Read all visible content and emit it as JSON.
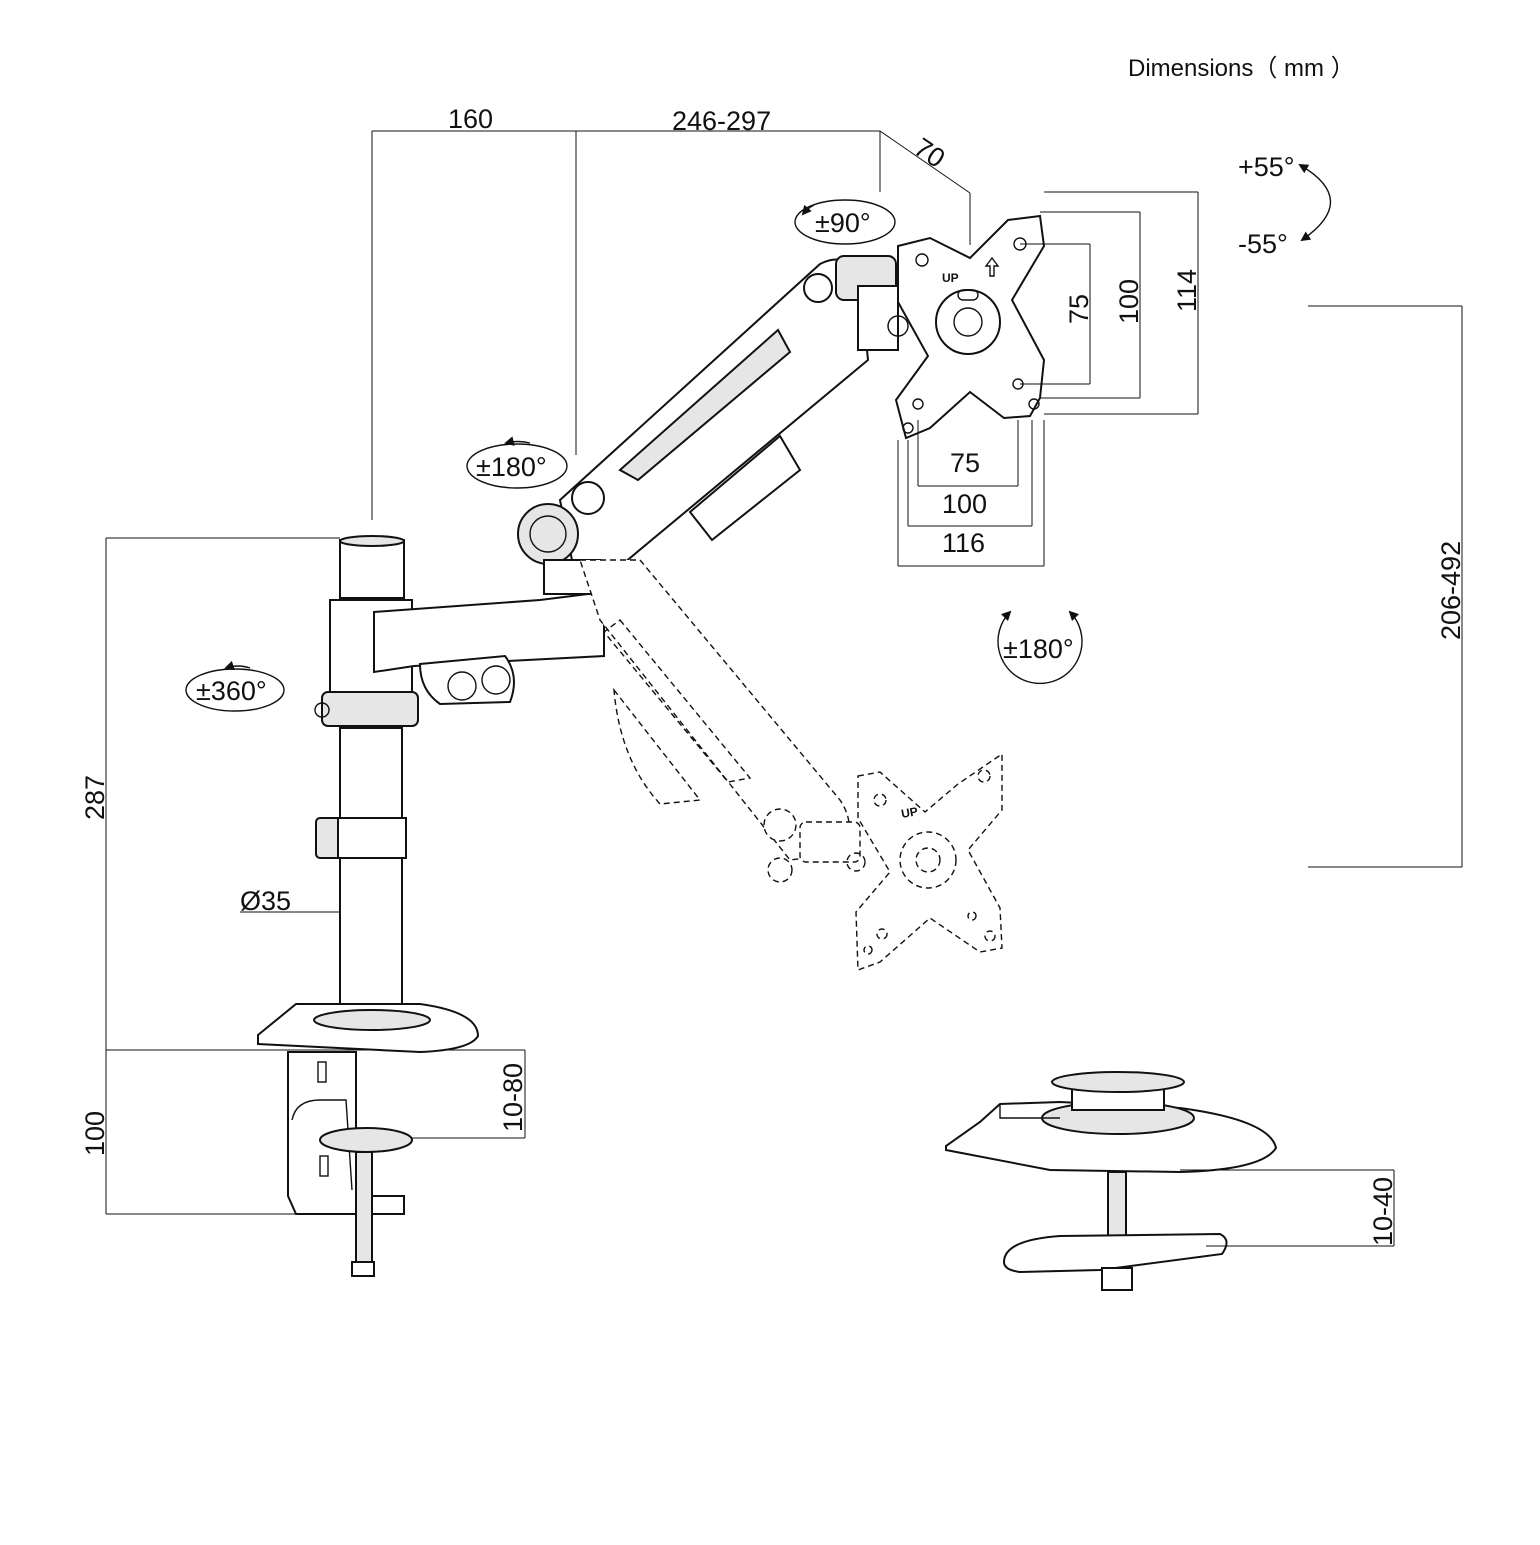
{
  "header": {
    "units_label": "Dimensions（ mm ）"
  },
  "dimensions": {
    "arm_base_reach": "160",
    "arm_extension": "246-297",
    "vesa_offset": "70",
    "pole_height": "287",
    "pole_diameter": "Ø35",
    "clamp_height": "100",
    "clamp_desk_thickness": "10-80",
    "grommet_desk_thickness": "10-40",
    "height_range": "206-492",
    "vesa_h_75": "75",
    "vesa_h_100": "100",
    "vesa_h_116": "116",
    "vesa_v_75": "75",
    "vesa_v_100": "100",
    "vesa_v_114": "114"
  },
  "rotations": {
    "pole_swivel": "±360°",
    "arm_swivel": "±180°",
    "head_swivel": "±90°",
    "tilt_up": "+55°",
    "tilt_down": "-55°",
    "rotation": "±180°"
  },
  "plate_label": "UP",
  "icons": {
    "tilt_arrows": "curved-double-arrow-icon",
    "rotate_arrows": "rotate-arrows-icon",
    "up_arrow": "up-arrow-icon"
  }
}
